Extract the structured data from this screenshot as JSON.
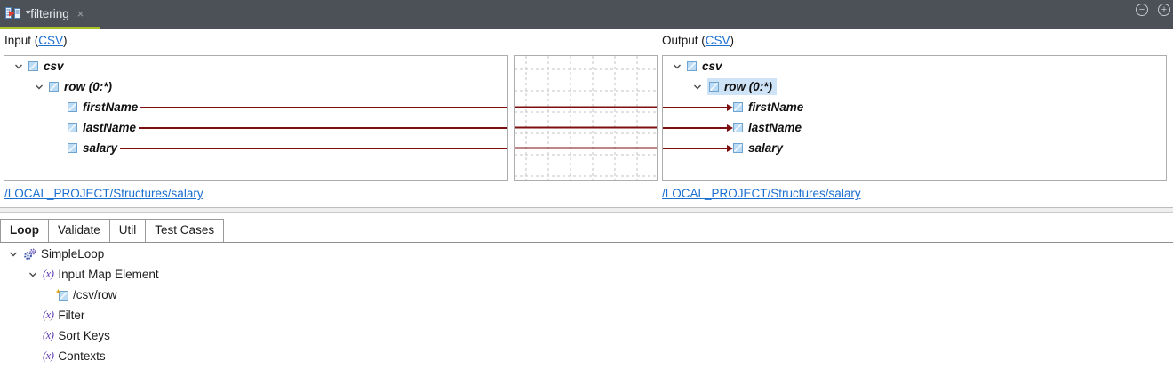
{
  "colors": {
    "topbar_bg": "#4b5157",
    "tab_accent_green": "#a9c327",
    "map_line_red": "#7c1011",
    "link_blue": "#1b6fd0",
    "selection_blue": "#cfe3f6"
  },
  "topbar": {
    "tab_title": "*filtering",
    "close_label": "×",
    "collapse_label": "−",
    "expand_label": "+"
  },
  "mapper": {
    "input": {
      "header_prefix": "Input (",
      "header_link": "CSV",
      "header_suffix": ")",
      "tree": [
        {
          "label": "csv"
        },
        {
          "label": "row (0:*)"
        },
        {
          "label": "firstName"
        },
        {
          "label": "lastName"
        },
        {
          "label": "salary"
        }
      ],
      "footer_link": "/LOCAL_PROJECT/Structures/salary"
    },
    "output": {
      "header_prefix": "Output (",
      "header_link": "CSV",
      "header_suffix": ")",
      "tree": [
        {
          "label": "csv"
        },
        {
          "label": "row (0:*)"
        },
        {
          "label": "firstName"
        },
        {
          "label": "lastName"
        },
        {
          "label": "salary"
        }
      ],
      "footer_link": "/LOCAL_PROJECT/Structures/salary"
    }
  },
  "bottom_tabs": {
    "active": "Loop",
    "tabs": [
      {
        "label": "Loop"
      },
      {
        "label": "Validate"
      },
      {
        "label": "Util"
      },
      {
        "label": "Test Cases"
      }
    ]
  },
  "loop_tree": {
    "items": [
      {
        "icon": "gears",
        "label": "SimpleLoop"
      },
      {
        "icon": "fx",
        "label": "Input Map Element"
      },
      {
        "icon": "element-new",
        "label": "/csv/row"
      },
      {
        "icon": "fx",
        "label": "Filter"
      },
      {
        "icon": "fx",
        "label": "Sort Keys"
      },
      {
        "icon": "fx",
        "label": "Contexts"
      }
    ]
  }
}
